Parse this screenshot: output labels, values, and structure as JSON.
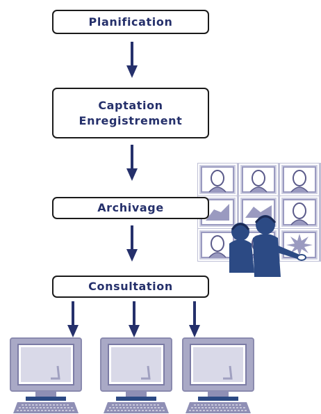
{
  "steps": {
    "planification": "Planification",
    "captation_line1": "Captation",
    "captation_line2": "Enregistrement",
    "archivage": "Archivage",
    "consultation": "Consultation"
  },
  "colors": {
    "arrow": "#25306b",
    "text": "#25306b",
    "illustration_blue": "#2c4a84",
    "screen_fill": "#a9a9c6",
    "monitor_frame": "#9f9fbf"
  },
  "icons": [
    "video-wall-icon",
    "operators-icon",
    "computer-icon"
  ]
}
